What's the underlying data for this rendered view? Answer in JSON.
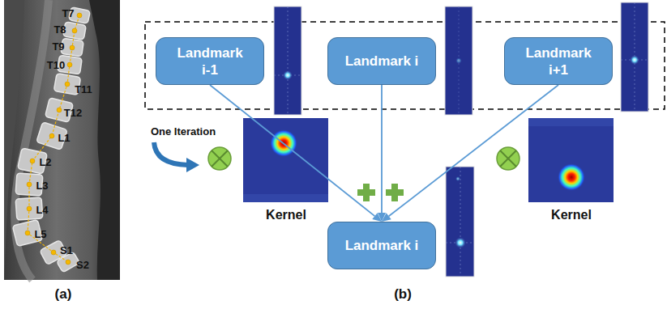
{
  "diagram": {
    "nodes": [
      {
        "text": [
          "Landmark i-1"
        ]
      },
      {
        "text": [
          "Landmark i"
        ]
      },
      {
        "text": [
          "Landmark i+1"
        ]
      },
      {
        "text": [
          "Landmark i"
        ]
      }
    ],
    "edges": [
      {
        "from": 0,
        "to": 3,
        "arrow": "to"
      },
      {
        "from": 1,
        "to": 3,
        "arrow": "to"
      },
      {
        "from": 2,
        "to": 3,
        "arrow": "to"
      }
    ],
    "labels": [
      "T7",
      "T8",
      "T9",
      "T10",
      "T11",
      "T12",
      "L1",
      "L2",
      "L3",
      "L4",
      "L5",
      "S1",
      "S2",
      "(a)",
      "One Iteration",
      "Kernel",
      "Kernel",
      "(b)"
    ]
  }
}
